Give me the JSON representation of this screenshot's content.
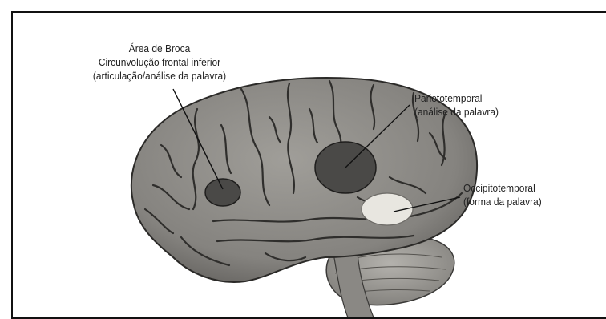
{
  "figure": {
    "border_color": "#111111",
    "background": "#ffffff",
    "brain_fill": "#8c8a86",
    "cerebellum_fill": "#a3a19d",
    "sulcus_stroke": "#2f2e2c",
    "dark_region_fill": "#4a4947",
    "light_region_fill": "#e8e6e0"
  },
  "labels": {
    "broca": {
      "line1": "Área de Broca",
      "line2": "Circunvolução frontal inferior",
      "line3": "(articulação/análise da palavra)"
    },
    "parietotemporal": {
      "line1": "Parietotemporal",
      "line2": "(análise da palavra)"
    },
    "occipitotemporal": {
      "line1": "Occipitotemporal",
      "line2": "(forma da palavra)"
    }
  }
}
